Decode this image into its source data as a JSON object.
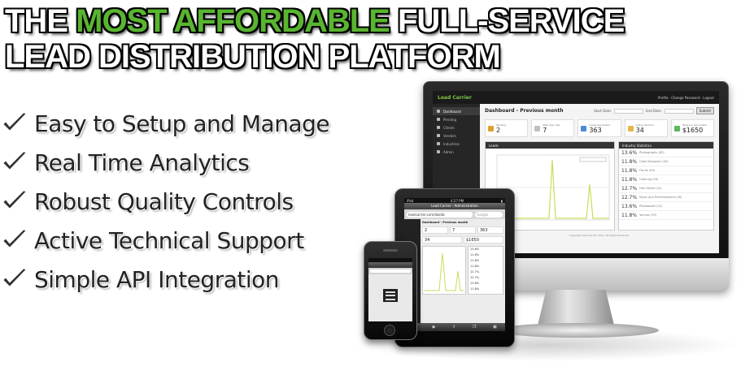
{
  "headline": {
    "line1_pre": "THE ",
    "line1_accent": "MOST AFFORDABLE",
    "line1_post": " FULL-SERVICE",
    "line2": "LEAD DISTRIBUTION PLATFORM"
  },
  "features": [
    "Easy to Setup and Manage",
    "Real Time Analytics",
    "Robust Quality Controls",
    "Active Technical Support",
    "Simple API Integration"
  ],
  "colors": {
    "accent": "#59b52f",
    "chart_line": "#cbdc5a",
    "dark": "#1a1a1a"
  },
  "monitor": {
    "logo": "Lead Carrier",
    "user": "Profile · Change Password · Logout",
    "sidebar": [
      "Dashboard",
      "Pending",
      "Clients",
      "Vendors",
      "Industries",
      "Admin"
    ],
    "title": "Dashboard - Previous month",
    "start_label": "Start Date:",
    "end_label": "End Date:",
    "submit": "Submit",
    "stats": [
      {
        "label": "Pending",
        "value": "2",
        "icon": "user-icon",
        "color": "#e0a030"
      },
      {
        "label": "Total Sign Ups",
        "value": "7",
        "icon": "hand-icon",
        "color": "#c0c0c0"
      },
      {
        "label": "Leads Generated",
        "value": "363",
        "icon": "chart-icon",
        "color": "#4a8bd6"
      },
      {
        "label": "Active Vendors",
        "value": "34",
        "icon": "folder-icon",
        "color": "#e4b84a"
      },
      {
        "label": "Revenue Generated",
        "value": "$1650",
        "icon": "money-icon",
        "color": "#5cb85c"
      }
    ],
    "leads_title": "Leads",
    "industry_title": "Industry Statistics",
    "industry": [
      {
        "pct": "13.6%",
        "name": "Photography (83)"
      },
      {
        "pct": "11.8%",
        "name": "Cake Designers (59)"
      },
      {
        "pct": "11.8%",
        "name": "Florist (59)"
      },
      {
        "pct": "11.8%",
        "name": "Catering (59)"
      },
      {
        "pct": "12.7%",
        "name": "Hair Stylist (41)"
      },
      {
        "pct": "12.7%",
        "name": "Music and Entertainment (40)"
      },
      {
        "pct": "13.6%",
        "name": "Photobooth (41)"
      },
      {
        "pct": "11.8%",
        "name": "Venues (39)"
      }
    ],
    "copyright": "Copyright Lead Carrier 2012. All Rights Reserved."
  },
  "tablet": {
    "status_left": "iPad",
    "status_time": "4:27 PM",
    "window_title": "Lead Carrier - Administration",
    "url": "leadcarrier.com/dashb",
    "search_placeholder": "Google",
    "title": "Dashboard - Previous month",
    "stats": [
      "2",
      "7",
      "363",
      "34",
      "$1650"
    ],
    "industry": [
      "13.6%",
      "11.8%",
      "11.8%",
      "11.8%",
      "12.7%",
      "12.7%",
      "13.6%",
      "11.8%"
    ]
  }
}
